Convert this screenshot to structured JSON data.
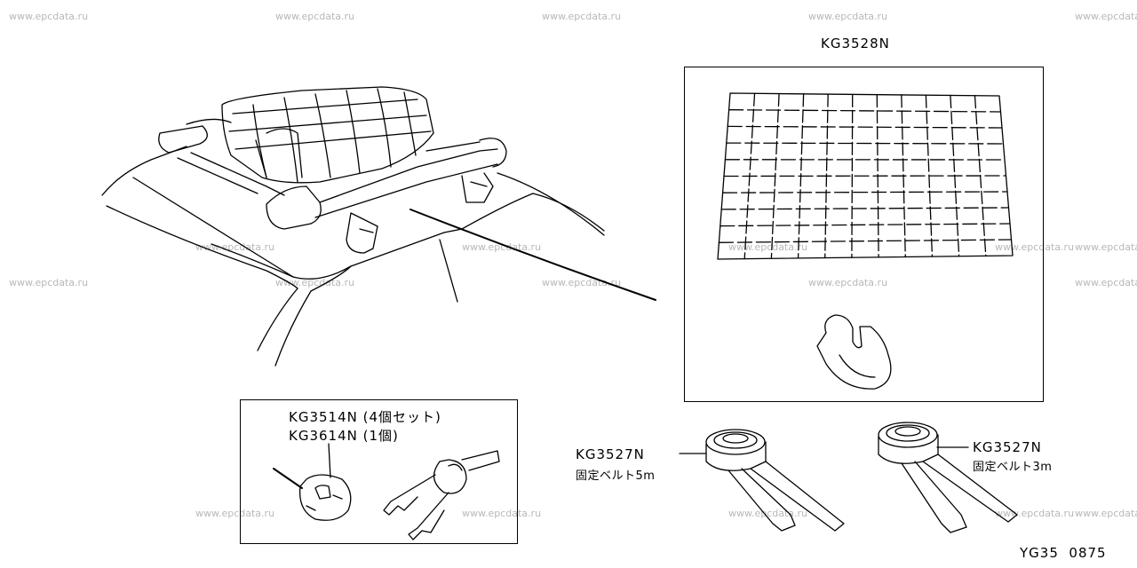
{
  "watermark": "www.epcdata.ru",
  "parts": {
    "cargo_net": {
      "code": "KG3528N"
    },
    "lock_set": {
      "code_set": "KG3514N (4個セット)",
      "code_single": "KG3614N (1個)"
    },
    "belt_5m": {
      "code": "KG3527N",
      "desc": "固定ベルト5m"
    },
    "belt_3m": {
      "code": "KG3527N",
      "desc": "固定ベルト3m"
    }
  },
  "diagram_code": "YG35  0875"
}
